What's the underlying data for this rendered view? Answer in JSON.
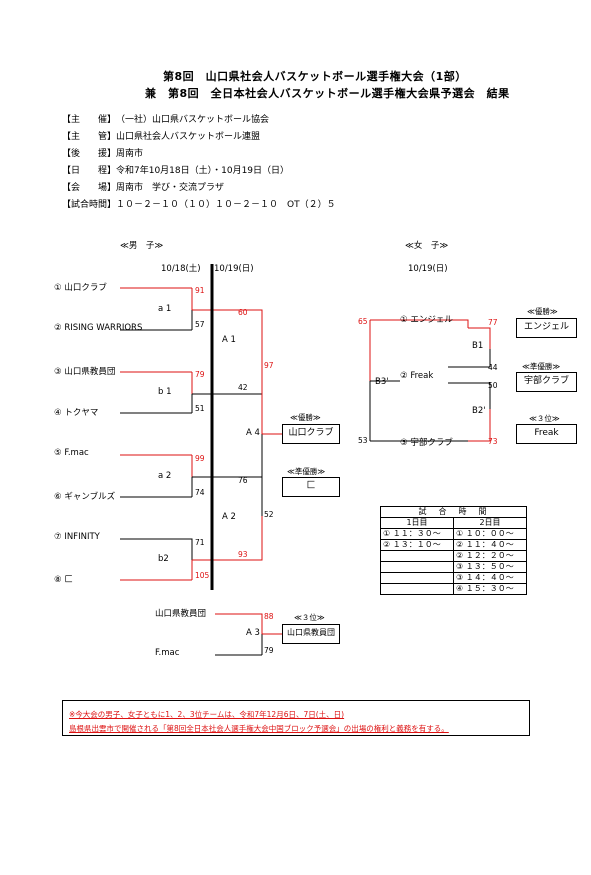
{
  "title": {
    "line1": "第8回　山口県社会人バスケットボール選手権大会（1部）",
    "line2": "兼　第8回　全日本社会人バスケットボール選手権大会県予選会　結果"
  },
  "info": [
    {
      "label": "【主　　催】",
      "value": "（一社）山口県バスケットボール協会"
    },
    {
      "label": "【主　　管】",
      "value": "山口県社会人バスケットボール連盟"
    },
    {
      "label": "【後　　援】",
      "value": "周南市"
    },
    {
      "label": "【日　　程】",
      "value": "令和7年10月18日（土）・10月19日（日）"
    },
    {
      "label": "【会　　場】",
      "value": "周南市　学び・交流プラザ"
    },
    {
      "label": "【試合時間】",
      "value": "１０－２－１０（１０）１０－２－１０　OT（２）５"
    }
  ],
  "men": {
    "heading": "≪男　子≫",
    "date1": "10/18(土)",
    "date2": "10/19(日)",
    "teams": [
      "① 山口クラブ",
      "② RISING WARRIORS",
      "③ 山口県教員団",
      "④ トクヤマ",
      "⑤ F.mac",
      "⑥ ギャンブルズ",
      "⑦ INFINITY",
      "⑧ 匚"
    ],
    "games": [
      "a 1",
      "b 1",
      "a 2",
      "b2",
      "A 1",
      "A 2",
      "A 4",
      "A 3"
    ],
    "scores": {
      "s1": "91",
      "s2": "57",
      "s3": "79",
      "s4": "51",
      "s5": "99",
      "s6": "74",
      "s7": "71",
      "s8": "105",
      "a1w": "60",
      "a1l": "42",
      "a2l": "76",
      "a2w": "93",
      "a4w": "97",
      "a4l": "52"
    },
    "champion_label": "≪優勝≫",
    "champion": "山口クラブ",
    "runner_label": "≪準優勝≫",
    "runner": "匚",
    "third_game": {
      "team1": "山口県教員団",
      "team2": "F.mac",
      "score1": "88",
      "score2": "79",
      "label": "≪３位≫",
      "winner": "山口県教員団"
    }
  },
  "women": {
    "heading": "≪女　子≫",
    "date": "10/19(日)",
    "teams": [
      "① エンジェル",
      "② Freak",
      "③ 宇部クラブ"
    ],
    "games": [
      "B1",
      "B2'",
      "B3'"
    ],
    "scores": {
      "b3top": "65",
      "b3bot": "53",
      "b1top": "77",
      "b1bot": "44",
      "b2top": "50",
      "b2bot": "73"
    },
    "results": [
      {
        "label": "≪優勝≫",
        "team": "エンジェル"
      },
      {
        "label": "≪準優勝≫",
        "team": "宇部クラブ"
      },
      {
        "label": "≪３位≫",
        "team": "Freak"
      }
    ]
  },
  "schedule": {
    "title": "試　合　時　間",
    "day1": "1日目",
    "day2": "2日目",
    "rows": [
      [
        "① １１：３０～",
        "① １０：００～"
      ],
      [
        "② １３：１０～",
        "② １１：４０～"
      ],
      [
        "",
        "② １２：２０～"
      ],
      [
        "",
        "③ １３：５０～"
      ],
      [
        "",
        "③ １４：４０～"
      ],
      [
        "",
        "④ １５：３０～"
      ]
    ]
  },
  "notes": {
    "line1": "※今大会の男子、女子ともに1、2、3位チームは、令和7年12月6日、7日(土、日)",
    "line2": "島根県出雲市で開催される「第8回全日本社会人選手権大会中国ブロック予選会」の出場の権利と義務を有する。"
  }
}
